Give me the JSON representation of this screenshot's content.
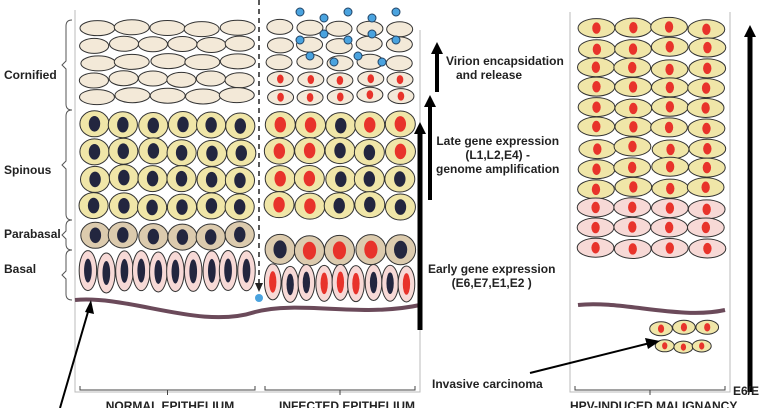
{
  "layers": [
    "Cornified",
    "Spinous",
    "Parabasal",
    "Basal"
  ],
  "stages": [
    {
      "line1": "Virion encapsidation",
      "line2": "and release"
    },
    {
      "line1": "Late gene expression",
      "line2": "(L1,L2,E4) -",
      "line3": "genome amplification"
    },
    {
      "line1": "Early gene expression",
      "line2": "(E6,E7,E1,E2 )"
    }
  ],
  "invasive_label": "Invasive carcinoma",
  "side_label": "E6/E",
  "captions": [
    "NORMAL EPITHELIUM",
    "INFECTED EPITHELIUM",
    "HPV-INDUCED MALIGNANCY"
  ],
  "colors": {
    "cornified": "#f3e9d8",
    "spinous": "#f0e6a8",
    "parabasal": "#dccbae",
    "basal": "#f7d9d6",
    "nucleus_normal": "#23263f",
    "nucleus_infected": "#e8332b",
    "virion": "#4aa3df",
    "membrane": "#6b4a5a"
  }
}
